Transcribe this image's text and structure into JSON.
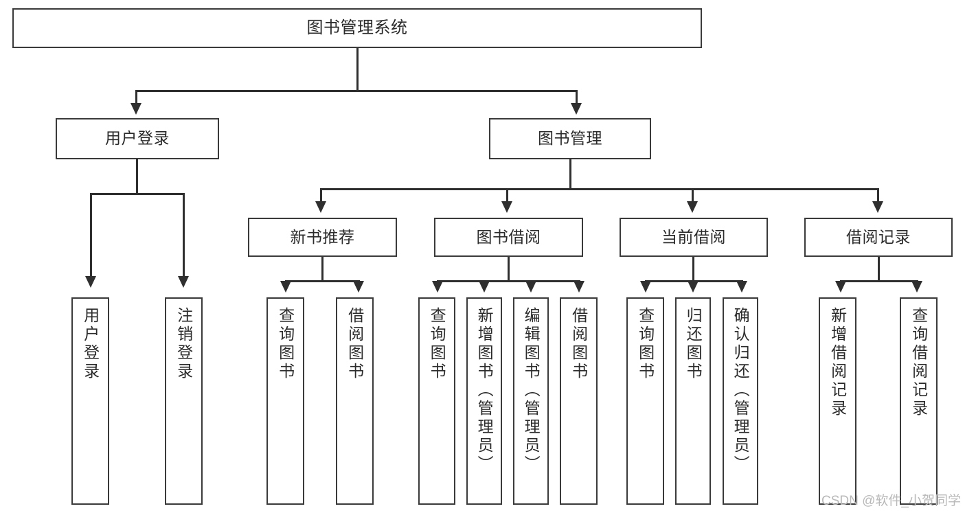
{
  "diagram": {
    "title": "图书管理系统",
    "watermark": "CSDN @软件_小贺同学",
    "line_color": "#2f2f2f",
    "box_border_color": "#3a3a3a",
    "text_color": "#2b2b2b",
    "background_color": "#ffffff",
    "type": "tree-hierarchy-diagram",
    "levels": 4,
    "nodes": {
      "root": {
        "label": "图书管理系统",
        "level": 1,
        "orientation": "horizontal"
      },
      "l2": [
        {
          "id": "user-login",
          "label": "用户登录",
          "level": 2,
          "orientation": "horizontal"
        },
        {
          "id": "book-management",
          "label": "图书管理",
          "level": 2,
          "orientation": "horizontal"
        }
      ],
      "l3": [
        {
          "id": "new-book-recommend",
          "label": "新书推荐",
          "level": 3,
          "orientation": "horizontal",
          "parent": "book-management"
        },
        {
          "id": "book-borrow",
          "label": "图书借阅",
          "level": 3,
          "orientation": "horizontal",
          "parent": "book-management"
        },
        {
          "id": "current-borrow",
          "label": "当前借阅",
          "level": 3,
          "orientation": "horizontal",
          "parent": "book-management"
        },
        {
          "id": "borrow-record",
          "label": "借阅记录",
          "level": 3,
          "orientation": "horizontal",
          "parent": "book-management"
        }
      ],
      "leaves": [
        {
          "id": "leaf-user-login",
          "label": "用户登录",
          "parent": "user-login",
          "orientation": "vertical"
        },
        {
          "id": "leaf-logout-login",
          "label": "注销登录",
          "parent": "user-login",
          "orientation": "vertical"
        },
        {
          "id": "leaf-query-book-1",
          "label": "查询图书",
          "parent": "new-book-recommend",
          "orientation": "vertical"
        },
        {
          "id": "leaf-borrow-book-1",
          "label": "借阅图书",
          "parent": "new-book-recommend",
          "orientation": "vertical"
        },
        {
          "id": "leaf-query-book-2",
          "label": "查询图书",
          "parent": "book-borrow",
          "orientation": "vertical"
        },
        {
          "id": "leaf-add-book",
          "label": "新增图书（管理员）",
          "parent": "book-borrow",
          "orientation": "vertical"
        },
        {
          "id": "leaf-edit-book",
          "label": "编辑图书（管理员）",
          "parent": "book-borrow",
          "orientation": "vertical"
        },
        {
          "id": "leaf-borrow-book-2",
          "label": "借阅图书",
          "parent": "book-borrow",
          "orientation": "vertical"
        },
        {
          "id": "leaf-query-book-3",
          "label": "查询图书",
          "parent": "current-borrow",
          "orientation": "vertical"
        },
        {
          "id": "leaf-return-book",
          "label": "归还图书",
          "parent": "current-borrow",
          "orientation": "vertical"
        },
        {
          "id": "leaf-confirm-return",
          "label": "确认归还（管理员）",
          "parent": "current-borrow",
          "orientation": "vertical"
        },
        {
          "id": "leaf-add-record",
          "label": "新增借阅记录",
          "parent": "borrow-record",
          "orientation": "vertical"
        },
        {
          "id": "leaf-query-record",
          "label": "查询借阅记录",
          "parent": "borrow-record",
          "orientation": "vertical"
        }
      ]
    }
  }
}
